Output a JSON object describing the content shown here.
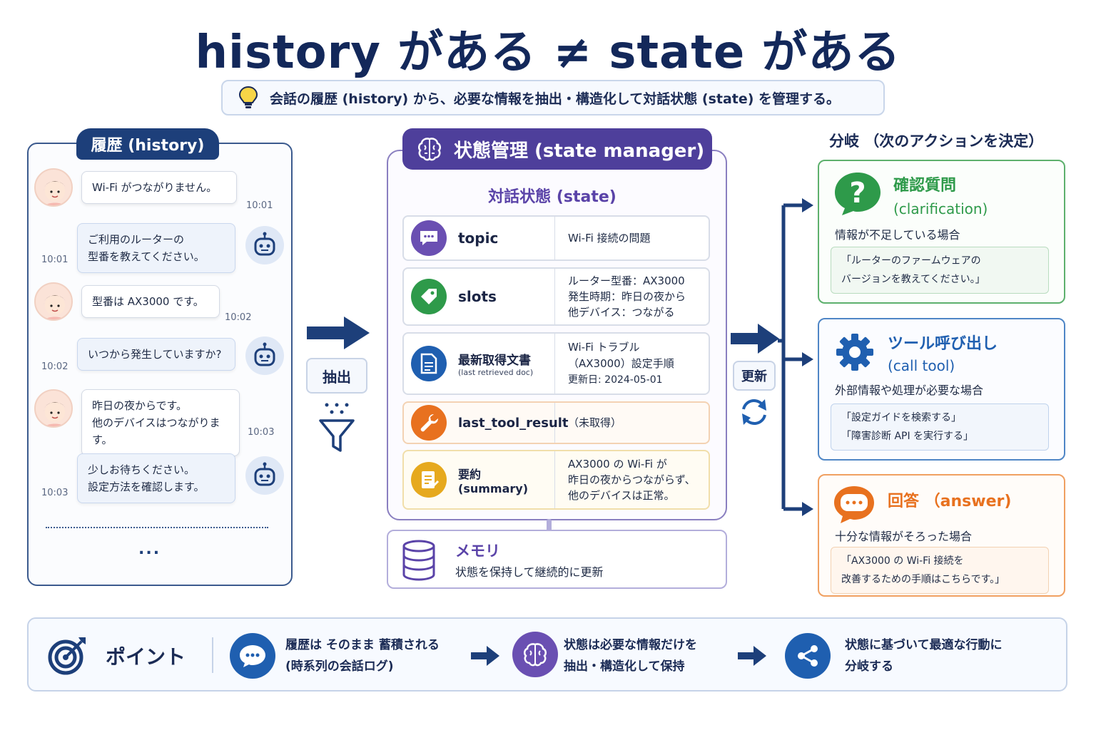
{
  "title": "history がある ≠ state がある",
  "subtitle": "会話の履歴 (history) から、必要な情報を抽出・構造化して対話状態 (state) を管理する。",
  "history": {
    "header": "履歴 (history)",
    "messages": [
      {
        "role": "user",
        "text": "Wi-Fi がつながりません。",
        "time": "10:01"
      },
      {
        "role": "bot",
        "lines": [
          "ご利用のルーターの",
          "型番を教えてください。"
        ],
        "time": "10:01"
      },
      {
        "role": "user",
        "text": "型番は AX3000 です。",
        "time": "10:02"
      },
      {
        "role": "bot",
        "text": "いつから発生していますか?",
        "time": "10:02"
      },
      {
        "role": "user",
        "lines": [
          "昨日の夜からです。",
          "他のデバイスはつながります。"
        ],
        "time": "10:03"
      },
      {
        "role": "bot",
        "lines": [
          "少しお待ちください。",
          "設定方法を確認します。"
        ],
        "time": "10:03"
      }
    ],
    "more": "..."
  },
  "extract_label": "抽出",
  "update_label": "更新",
  "state_manager": {
    "header": "状態管理 (state manager)",
    "state_title": "対話状態 (state)",
    "rows": [
      {
        "key": "topic",
        "values": [
          "Wi-Fi 接続の問題"
        ]
      },
      {
        "key": "slots",
        "values": [
          "ルーター型番：AX3000",
          "発生時期：昨日の夜から",
          "他デバイス：つながる"
        ]
      },
      {
        "key": "最新取得文書",
        "sub": "(last retrieved doc)",
        "values": [
          "Wi-Fi トラブル",
          "（AX3000）設定手順",
          "更新日: 2024-05-01"
        ]
      },
      {
        "key": "last_tool_result",
        "values": [
          "（未取得）"
        ]
      },
      {
        "key": "要約 (summary)",
        "values": [
          "AX3000 の Wi-Fi が",
          "昨日の夜からつながらず、",
          "他のデバイスは正常。"
        ]
      }
    ],
    "memory": {
      "title": "メモリ",
      "desc": "状態を保持して継続的に更新"
    }
  },
  "branch": {
    "title": "分岐 （次のアクションを決定）",
    "cards": [
      {
        "title": "確認質問",
        "subtitle": "(clarification)",
        "desc": "情報が不足している場合",
        "quote": [
          "「ルーターのファームウェアの",
          "バージョンを教えてください。」"
        ],
        "color": "#2e9a4a"
      },
      {
        "title": "ツール呼び出し",
        "subtitle": "(call tool)",
        "desc": "外部情報や処理が必要な場合",
        "quote": [
          "「設定ガイドを検索する」",
          "「障害診断 API を実行する」"
        ],
        "color": "#1f5fb0"
      },
      {
        "title": "回答 （answer)",
        "desc": "十分な情報がそろった場合",
        "quote": [
          "「AX3000 の Wi-Fi 接続を",
          "改善するための手順はこちらです。」"
        ],
        "color": "#e8711f"
      }
    ]
  },
  "points": {
    "label": "ポイント",
    "items": [
      {
        "lines": [
          "履歴は そのまま 蓄積される",
          "(時系列の会話ログ)"
        ]
      },
      {
        "lines": [
          "状態は必要な情報だけを",
          "抽出・構造化して保持"
        ]
      },
      {
        "lines": [
          "状態に基づいて最適な行動に",
          "分岐する"
        ]
      }
    ]
  },
  "colors": {
    "navy": "#1d3f7a",
    "purple": "#4e3f9b",
    "green": "#2e9a4a",
    "blue": "#1f5fb0",
    "orange": "#e8711f"
  }
}
